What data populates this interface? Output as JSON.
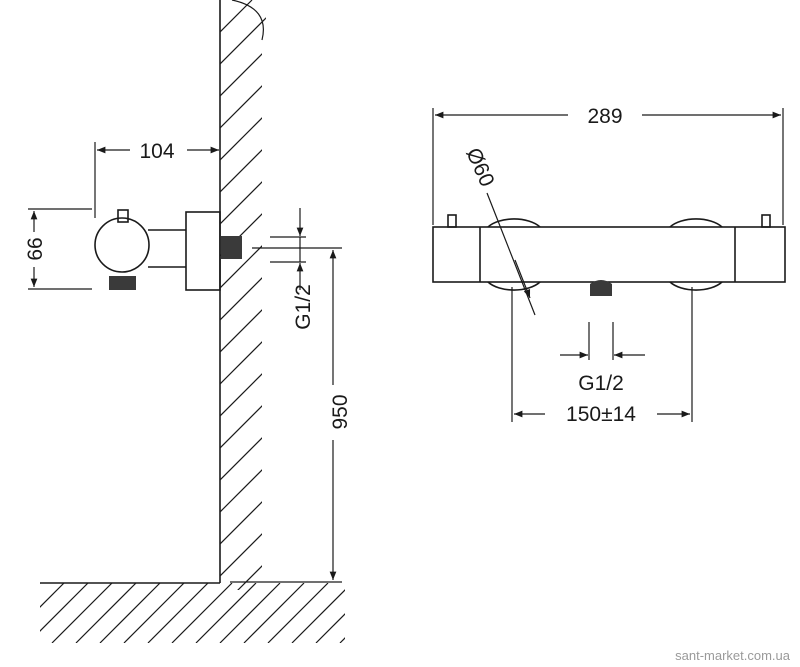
{
  "side_view": {
    "depth_label": "104",
    "height_label": "66",
    "thread_label": "G1/2",
    "floor_height_label": "950"
  },
  "front_view": {
    "width_label": "289",
    "diameter_label": "Ø60",
    "thread_label": "G1/2",
    "spacing_label": "150±14"
  },
  "watermark": "sant-market.com.ua",
  "colors": {
    "line": "#1a1a1a",
    "nut": "#3a3a3a",
    "watermark": "#9a9a9a"
  }
}
